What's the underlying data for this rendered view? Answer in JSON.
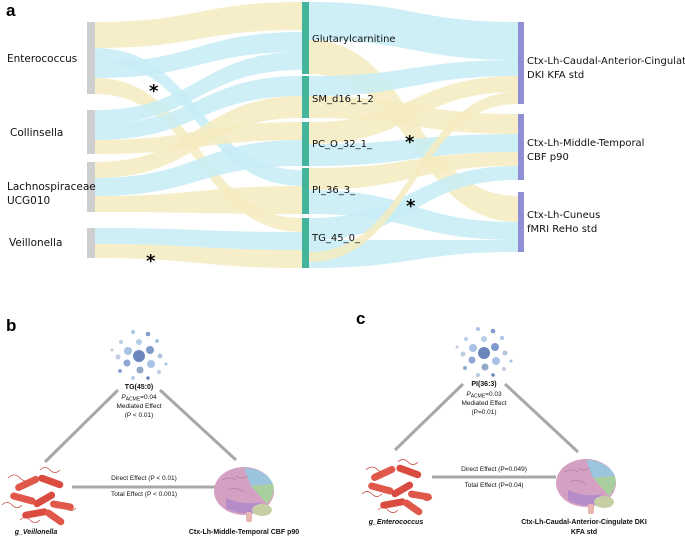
{
  "panel_a": {
    "letter": "a",
    "sources": [
      {
        "id": "enterococcus",
        "label": "Enterococcus"
      },
      {
        "id": "collinsella",
        "label": "Collinsella"
      },
      {
        "id": "lachno",
        "label": "Lachnospiraceae\nUCG010"
      },
      {
        "id": "veillonella",
        "label": "Veillonella"
      }
    ],
    "mediators": [
      {
        "id": "glut",
        "label": "Glutarylcarnitine"
      },
      {
        "id": "sm",
        "label": "SM_d16_1_2"
      },
      {
        "id": "pc",
        "label": "PC_O_32_1_"
      },
      {
        "id": "pi",
        "label": "PI_36_3_"
      },
      {
        "id": "tg",
        "label": "TG_45_0_"
      }
    ],
    "targets": [
      {
        "id": "caudal",
        "label": "Ctx-Lh-Caudal-Anterior-Cingulate\nDKI KFA std"
      },
      {
        "id": "midtemp",
        "label": "Ctx-Lh-Middle-Temporal\nCBF p90"
      },
      {
        "id": "cuneus",
        "label": "Ctx-Lh-Cuneus\n fMRI ReHo std"
      }
    ],
    "significance_mark": "*",
    "colors": {
      "blue_flow": "#c7ecf6",
      "yellow_flow": "#f5ebbf",
      "source_bar": "#cfcfcf",
      "mediator_bar": "#44b49a",
      "target_bar": "#8f8fd6"
    }
  },
  "panel_b": {
    "letter": "b",
    "mediator": {
      "name": "TG(45:0)",
      "p_acme_prefix": "P",
      "p_acme_sub": "ACME",
      "p_acme_value": "=0.04",
      "effect_label": "Mediated Effect",
      "effect_p": "(P < 0.01)"
    },
    "direct_effect": "Direct Effect (P < 0.01)",
    "total_effect": "Total Effect (P < 0.001)",
    "bacterium": "g_Veillonella",
    "brain": "Ctx-Lh-Middle-Temporal CBF p90"
  },
  "panel_c": {
    "letter": "c",
    "mediator": {
      "name": "PI(36:3)",
      "p_acme_prefix": "P",
      "p_acme_sub": "ACME",
      "p_acme_value": "=0.03",
      "effect_label": "Mediated Effect",
      "effect_p": "(P=0.01)"
    },
    "direct_effect": "Direct Effect (P=0.049)",
    "total_effect": "Total Effect (P=0.04)",
    "bacterium": "g_Enterococcus",
    "brain_line1": "Ctx-Lh-Caudal-Anterior-Cingulate DKI",
    "brain_line2": "KFA std"
  }
}
